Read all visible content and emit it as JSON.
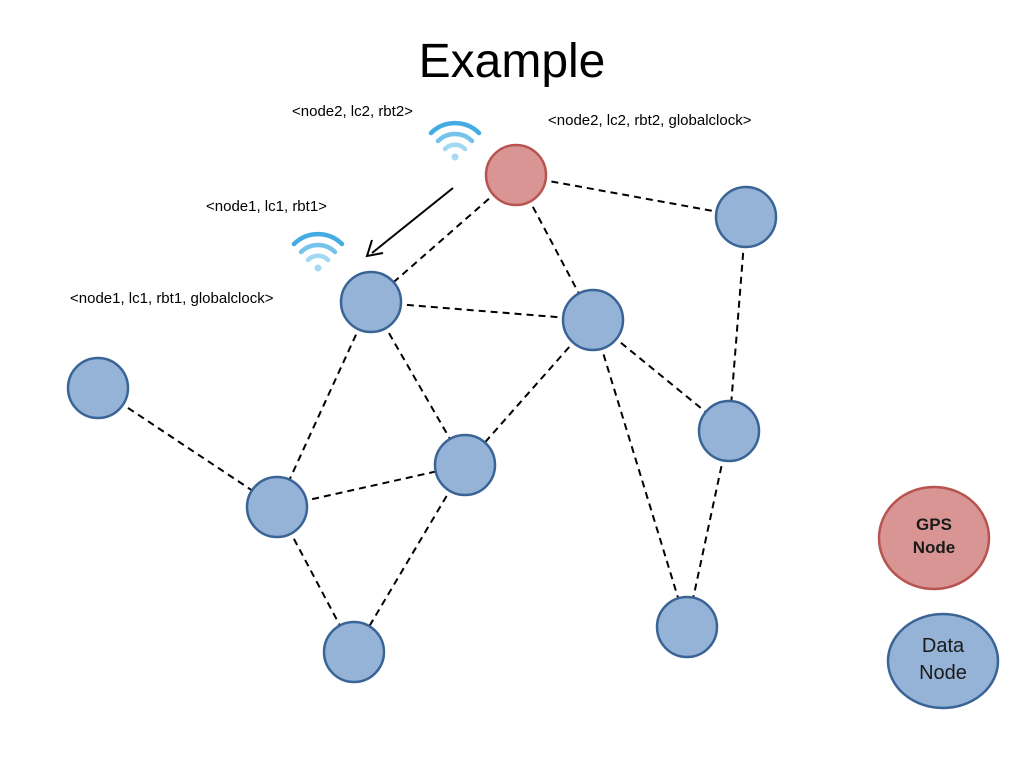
{
  "title": "Example",
  "annotations": {
    "node2_msg": "<node2, lc2, rbt2>",
    "node2_global": "<node2, lc2, rbt2, globalclock>",
    "node1_msg": "<node1, lc1, rbt1>",
    "node1_global": "<node1, lc1, rbt1, globalclock>"
  },
  "legend": {
    "gps_line1": "GPS",
    "gps_line2": "Node",
    "data_line1": "Data",
    "data_line2": "Node"
  },
  "colors": {
    "gps_fill": "#d99594",
    "gps_stroke": "#b85450",
    "data_fill": "#95b3d7",
    "data_stroke": "#3a6496",
    "wifi": "#3aa8e0"
  },
  "icons": [
    "wifi-icon",
    "arrow-icon"
  ]
}
